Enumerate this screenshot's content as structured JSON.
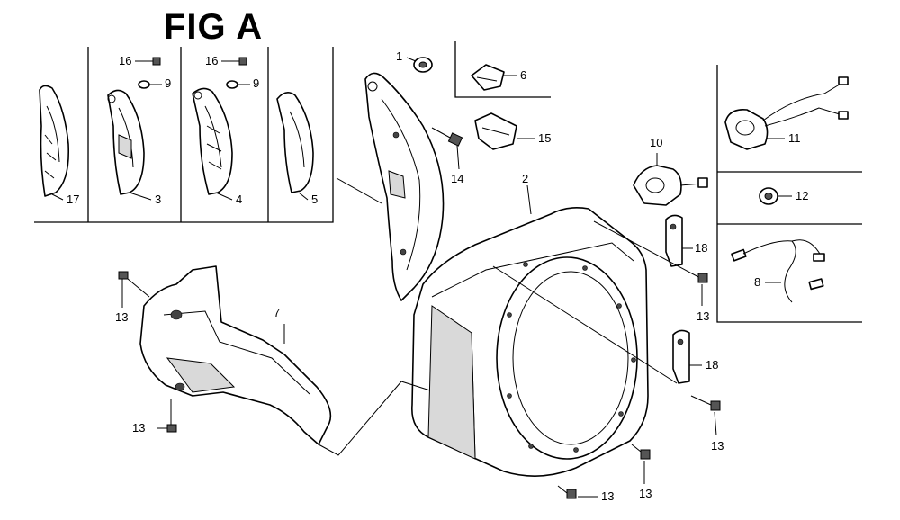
{
  "figure": {
    "title": "FIG A"
  },
  "callouts": {
    "c1": "1",
    "c2": "2",
    "c3": "3",
    "c4": "4",
    "c5": "5",
    "c6": "6",
    "c7": "7",
    "c8": "8",
    "c9a": "9",
    "c9b": "9",
    "c10": "10",
    "c11": "11",
    "c12": "12",
    "c13a": "13",
    "c13b": "13",
    "c13c": "13",
    "c13d": "13",
    "c13e": "13",
    "c13f": "13",
    "c14": "14",
    "c15": "15",
    "c16a": "16",
    "c16b": "16",
    "c17": "17",
    "c18a": "18",
    "c18b": "18"
  }
}
